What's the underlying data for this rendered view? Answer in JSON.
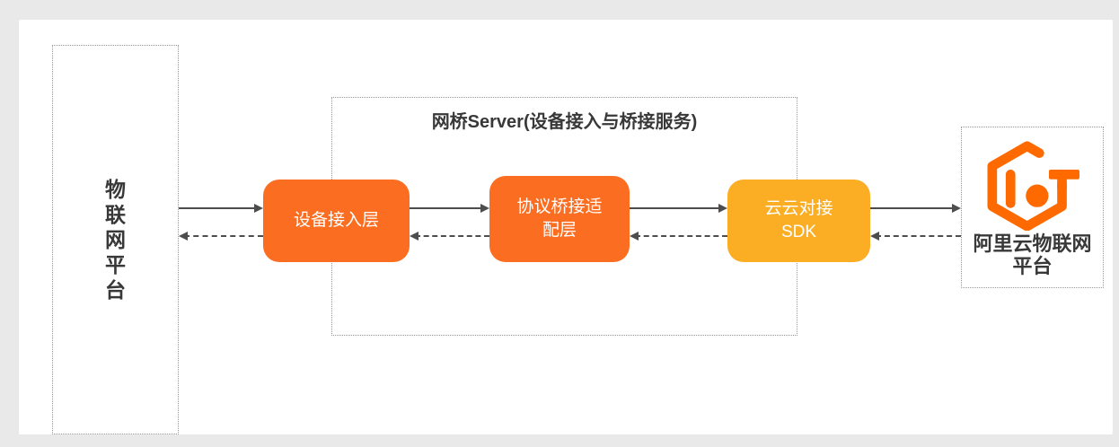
{
  "colors": {
    "page_bg": "#e9e9e9",
    "panel_bg": "#ffffff",
    "node_orange": "#FB6D21",
    "node_amber": "#FBAE24",
    "logo_orange": "#FF6A00",
    "arrow": "#4d4d4d",
    "dashed_border": "#999999",
    "text_dark": "#383838",
    "node_text": "#ffffff"
  },
  "iot_platform": {
    "name": "物联网平台",
    "label_chars": [
      "物",
      "联",
      "网",
      "平",
      "台"
    ]
  },
  "bridge_server": {
    "title": "网桥Server(设备接入与桥接服务)",
    "nodes": [
      {
        "id": "device-access-layer",
        "color": "orange",
        "lines": [
          "设备接入层"
        ]
      },
      {
        "id": "protocol-bridge-adapter-layer",
        "color": "orange",
        "lines": [
          "协议桥接适",
          "配层"
        ]
      },
      {
        "id": "cloud-cloud-sdk",
        "color": "amber",
        "lines": [
          "云云对接",
          "SDK"
        ]
      }
    ]
  },
  "aliyun_platform": {
    "name": "阿里云物联网平台",
    "label_lines": [
      "阿里云物联网",
      "平台"
    ],
    "logo": "aliyun-iot-logo"
  }
}
